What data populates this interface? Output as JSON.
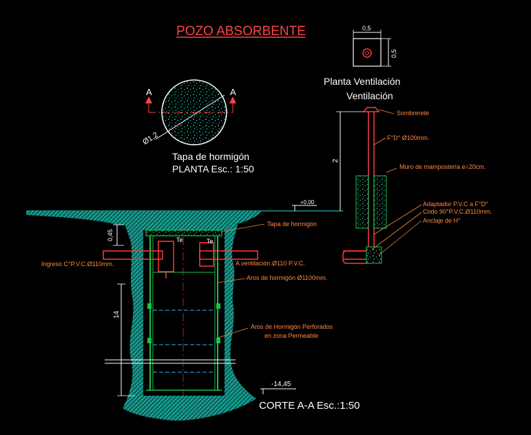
{
  "title": "POZO ABSORBENTE",
  "plan_cover": {
    "caption_line1": "Tapa de hormigón",
    "caption_line2": "PLANTA Esc.: 1:50",
    "diameter": "Ø1,2",
    "section_mark_left": "A",
    "section_mark_right": "A"
  },
  "vent_plan": {
    "dim_top": "0,5",
    "dim_right": "0,5",
    "caption_line1": "Planta Ventilación",
    "caption_line2": "Ventilación"
  },
  "vent_labels": {
    "sombrerete": "Sombrerete",
    "pipe": "F°D° Ø100mm.",
    "height": "2",
    "wall": "Muro de mampostería e=20cm.",
    "adapter": "Adaptador P.V.C a F°D°",
    "elbow": "Codo 90°P.V.C.Ø110mm.",
    "anchor": "Anclaje de H°"
  },
  "section": {
    "ground_level": "+0,00",
    "bottom_level": "-14,45",
    "cover": "Tapa de hormigón",
    "tee_left": "Te",
    "tee_right": "Te",
    "inlet": "Ingreso C°P.V.C.Ø110mm.",
    "vent_outlet": "A ventilación.Ø110 P.V.C.",
    "rings": "Aros de hormigón Ø1100mm.",
    "perforated_line1": "Aros de Hormigón Perforados",
    "perforated_line2": "en zona Permeable",
    "dim_cover": "0,45",
    "dim_depth": "14",
    "caption": "CORTE A-A Esc.:1:50"
  },
  "colors": {
    "background": "#000000",
    "soil": "#19b8a6",
    "title": "#ff4444",
    "caption": "#ffffff",
    "label": "#ff8a3d",
    "dimension": "#ffffff",
    "structure": "#19c24a",
    "pipe": "#ff3a3a",
    "cyan_line": "#29b6f6"
  }
}
